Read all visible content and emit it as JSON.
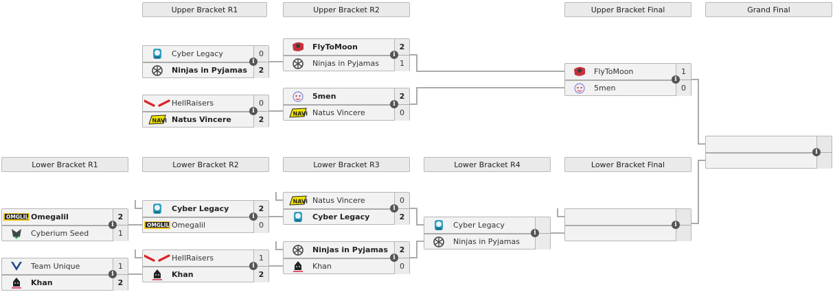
{
  "rounds": {
    "ub_r1": "Upper Bracket R1",
    "ub_r2": "Upper Bracket R2",
    "ub_final": "Upper Bracket Final",
    "grand_final": "Grand Final",
    "lb_r1": "Lower Bracket R1",
    "lb_r2": "Lower Bracket R2",
    "lb_r3": "Lower Bracket R3",
    "lb_r4": "Lower Bracket R4",
    "lb_final": "Lower Bracket Final"
  },
  "matches": {
    "ub_r1_m1": {
      "team1": {
        "name": "Cyber Legacy",
        "logo": "cyber-legacy-logo",
        "score": "0",
        "winner": false
      },
      "team2": {
        "name": "Ninjas in Pyjamas",
        "logo": "nip-logo",
        "score": "2",
        "winner": true
      }
    },
    "ub_r1_m2": {
      "team1": {
        "name": "HellRaisers",
        "logo": "hellraisers-logo",
        "score": "0",
        "winner": false
      },
      "team2": {
        "name": "Natus Vincere",
        "logo": "navi-logo",
        "score": "2",
        "winner": true
      }
    },
    "ub_r2_m1": {
      "team1": {
        "name": "FlyToMoon",
        "logo": "flytomoon-logo",
        "score": "2",
        "winner": true
      },
      "team2": {
        "name": "Ninjas in Pyjamas",
        "logo": "nip-logo",
        "score": "1",
        "winner": false
      }
    },
    "ub_r2_m2": {
      "team1": {
        "name": "5men",
        "logo": "5men-logo",
        "score": "2",
        "winner": true
      },
      "team2": {
        "name": "Natus Vincere",
        "logo": "navi-logo",
        "score": "0",
        "winner": false
      }
    },
    "ub_final": {
      "team1": {
        "name": "FlyToMoon",
        "logo": "flytomoon-logo",
        "score": "1",
        "winner": false
      },
      "team2": {
        "name": "5men",
        "logo": "5men-logo",
        "score": "0",
        "winner": false
      }
    },
    "grand_final": {
      "team1": {
        "name": "",
        "score": ""
      },
      "team2": {
        "name": "",
        "score": ""
      }
    },
    "lb_r1_m1": {
      "team1": {
        "name": "Omegalil",
        "logo": "omegalil-logo",
        "score": "2",
        "winner": true
      },
      "team2": {
        "name": "Cyberium Seed",
        "logo": "cyberium-seed-logo",
        "score": "1",
        "winner": false
      }
    },
    "lb_r1_m2": {
      "team1": {
        "name": "Team Unique",
        "logo": "team-unique-logo",
        "score": "1",
        "winner": false
      },
      "team2": {
        "name": "Khan",
        "logo": "khan-logo",
        "score": "2",
        "winner": true
      }
    },
    "lb_r2_m1": {
      "team1": {
        "name": "Cyber Legacy",
        "logo": "cyber-legacy-logo",
        "score": "2",
        "winner": true
      },
      "team2": {
        "name": "Omegalil",
        "logo": "omegalil-logo",
        "score": "0",
        "winner": false
      }
    },
    "lb_r2_m2": {
      "team1": {
        "name": "HellRaisers",
        "logo": "hellraisers-logo",
        "score": "1",
        "winner": false
      },
      "team2": {
        "name": "Khan",
        "logo": "khan-logo",
        "score": "2",
        "winner": true
      }
    },
    "lb_r3_m1": {
      "team1": {
        "name": "Natus Vincere",
        "logo": "navi-logo",
        "score": "0",
        "winner": false
      },
      "team2": {
        "name": "Cyber Legacy",
        "logo": "cyber-legacy-logo",
        "score": "2",
        "winner": true
      }
    },
    "lb_r3_m2": {
      "team1": {
        "name": "Ninjas in Pyjamas",
        "logo": "nip-logo",
        "score": "2",
        "winner": true
      },
      "team2": {
        "name": "Khan",
        "logo": "khan-logo",
        "score": "0",
        "winner": false
      }
    },
    "lb_r4": {
      "team1": {
        "name": "Cyber Legacy",
        "logo": "cyber-legacy-logo",
        "score": "",
        "winner": false
      },
      "team2": {
        "name": "Ninjas in Pyjamas",
        "logo": "nip-logo",
        "score": "",
        "winner": false
      }
    },
    "lb_final": {
      "team1": {
        "name": "",
        "score": ""
      },
      "team2": {
        "name": "",
        "score": ""
      }
    }
  },
  "info_glyph": "i"
}
